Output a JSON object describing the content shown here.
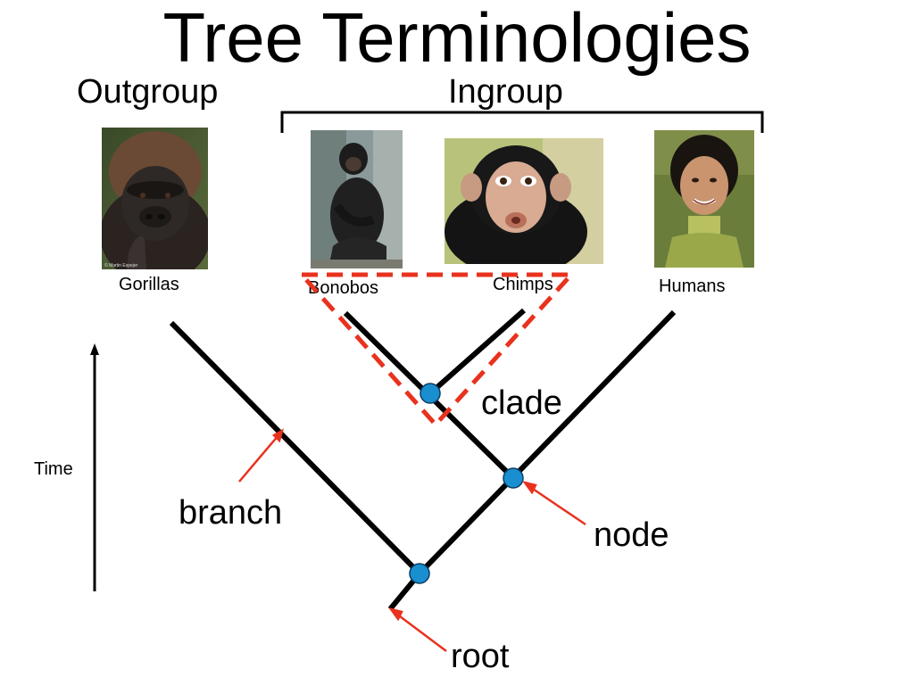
{
  "title": "Tree Terminologies",
  "groups": {
    "outgroup": "Outgroup",
    "ingroup": "Ingroup"
  },
  "species": {
    "gorillas": "Gorillas",
    "bonobos": "Bonobos",
    "chimps": "Chimps",
    "humans": "Humans"
  },
  "terms": {
    "clade": "clade",
    "branch": "branch",
    "node": "node",
    "root": "root"
  },
  "axis": {
    "time_label": "Time"
  },
  "photo_credit": "© Martin Espejer",
  "colors": {
    "tree": "#000000",
    "clade_outline": "#e8321e",
    "pointer": "#e8321e",
    "node_fill": "#1a8fd0",
    "node_stroke": "#0b3d66"
  }
}
